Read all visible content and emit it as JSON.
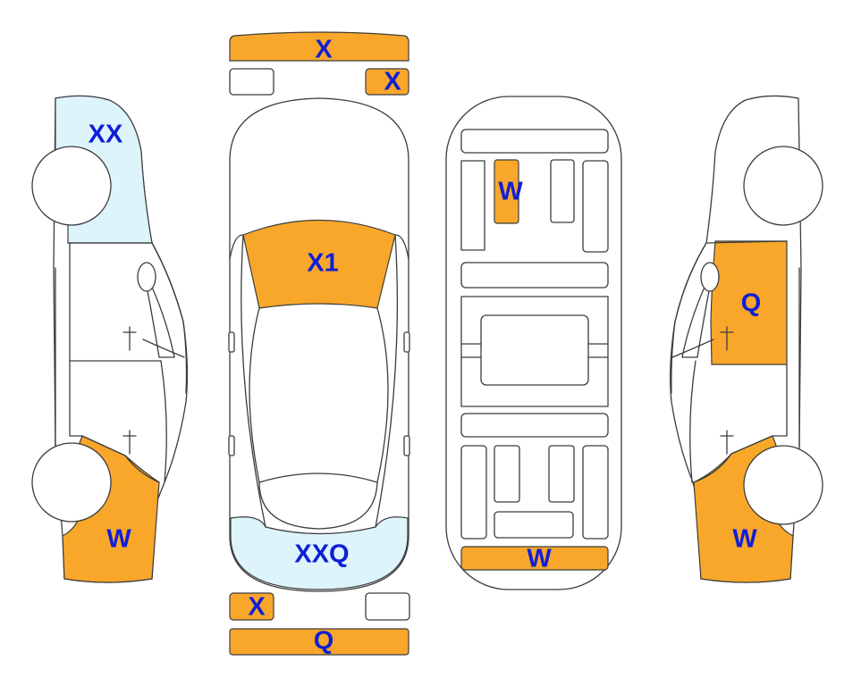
{
  "colors": {
    "damage_orange": "#f9a72b",
    "damage_blue": "#ddf4fb",
    "marking_text": "#0f1fd6",
    "outline": "#3c3c3c"
  },
  "markings": {
    "front_bumper": "X",
    "front_right_light": "X",
    "left_front_fender": "XX",
    "left_rear_quarter": "W",
    "hood": "X1",
    "trunk_lid": "XXQ",
    "rear_left_light": "X",
    "rear_bumper": "Q",
    "underbody_front_rail": "W",
    "underbody_rear_rail": "W",
    "right_front_door": "Q",
    "right_rear_quarter": "W"
  }
}
